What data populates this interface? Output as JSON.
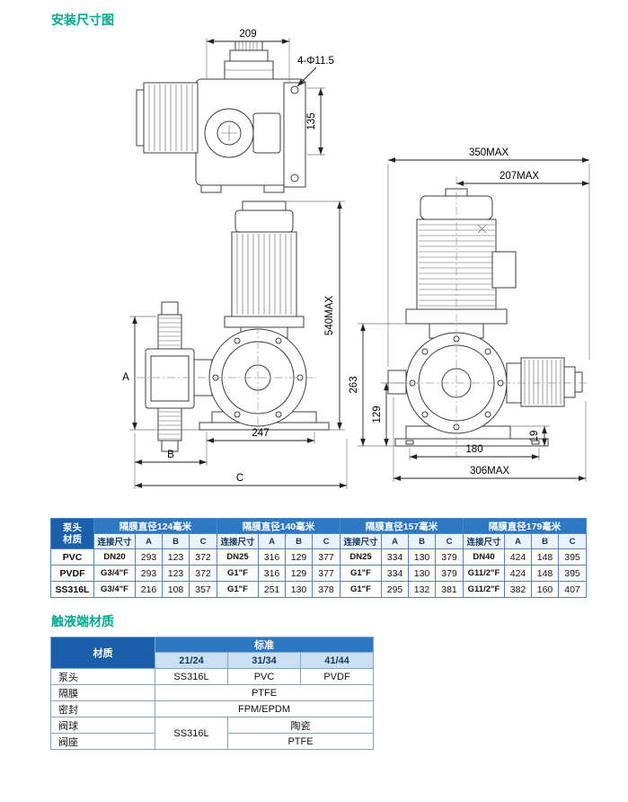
{
  "page": {
    "title": "安装尺寸图",
    "section2_title": "触液端材质"
  },
  "colors": {
    "accent_teal": "#00A88F",
    "header_dark_blue": "#1B5FAA",
    "header_blue": "#2E78C2",
    "table_border": "#4F86C6"
  },
  "drawing": {
    "dims": {
      "w209": "209",
      "holes": "4-Φ11.5",
      "h135": "135",
      "w350": "350MAX",
      "w207": "207MAX",
      "h540": "540MAX",
      "h263": "263",
      "h129": "129",
      "h19": "19",
      "w180": "180",
      "w306": "306MAX",
      "w247": "247",
      "dimA": "A",
      "dimB": "B",
      "dimC": "C"
    }
  },
  "t1": {
    "corner_line1": "泵头",
    "corner_line2": "材质",
    "groups": [
      {
        "title": "隔膜直径124毫米"
      },
      {
        "title": "隔膜直径140毫米"
      },
      {
        "title": "隔膜直径157毫米"
      },
      {
        "title": "隔膜直径179毫米"
      }
    ],
    "subheaders": [
      "连接尺寸",
      "A",
      "B",
      "C"
    ],
    "rows": [
      {
        "material": "PVC",
        "cells": [
          [
            "DN20",
            "293",
            "123",
            "372"
          ],
          [
            "DN25",
            "316",
            "129",
            "377"
          ],
          [
            "DN25",
            "334",
            "130",
            "379"
          ],
          [
            "DN40",
            "424",
            "148",
            "395"
          ]
        ]
      },
      {
        "material": "PVDF",
        "cells": [
          [
            "G3/4\"F",
            "293",
            "123",
            "372"
          ],
          [
            "G1\"F",
            "316",
            "129",
            "377"
          ],
          [
            "G1\"F",
            "334",
            "130",
            "379"
          ],
          [
            "G11/2\"F",
            "424",
            "148",
            "395"
          ]
        ]
      },
      {
        "material": "SS316L",
        "cells": [
          [
            "G3/4\"F",
            "216",
            "108",
            "357"
          ],
          [
            "G1\"F",
            "251",
            "130",
            "378"
          ],
          [
            "G1\"F",
            "295",
            "132",
            "381"
          ],
          [
            "G11/2\"F",
            "382",
            "160",
            "407"
          ]
        ]
      }
    ]
  },
  "t2": {
    "header_material": "材质",
    "header_standard": "标准",
    "columns": [
      "21/24",
      "31/34",
      "41/44"
    ],
    "rows": {
      "pump_head": {
        "label": "泵头",
        "c1": "SS316L",
        "c2": "PVC",
        "c3": "PVDF"
      },
      "diaphragm": {
        "label": "隔膜",
        "all": "PTFE"
      },
      "seal": {
        "label": "密封",
        "all": "FPM/EPDM"
      },
      "valve_ball": {
        "label": "阀球",
        "c1": "SS316L",
        "c23": "陶瓷"
      },
      "valve_seat": {
        "label": "阀座",
        "c23": "PTFE"
      }
    }
  }
}
